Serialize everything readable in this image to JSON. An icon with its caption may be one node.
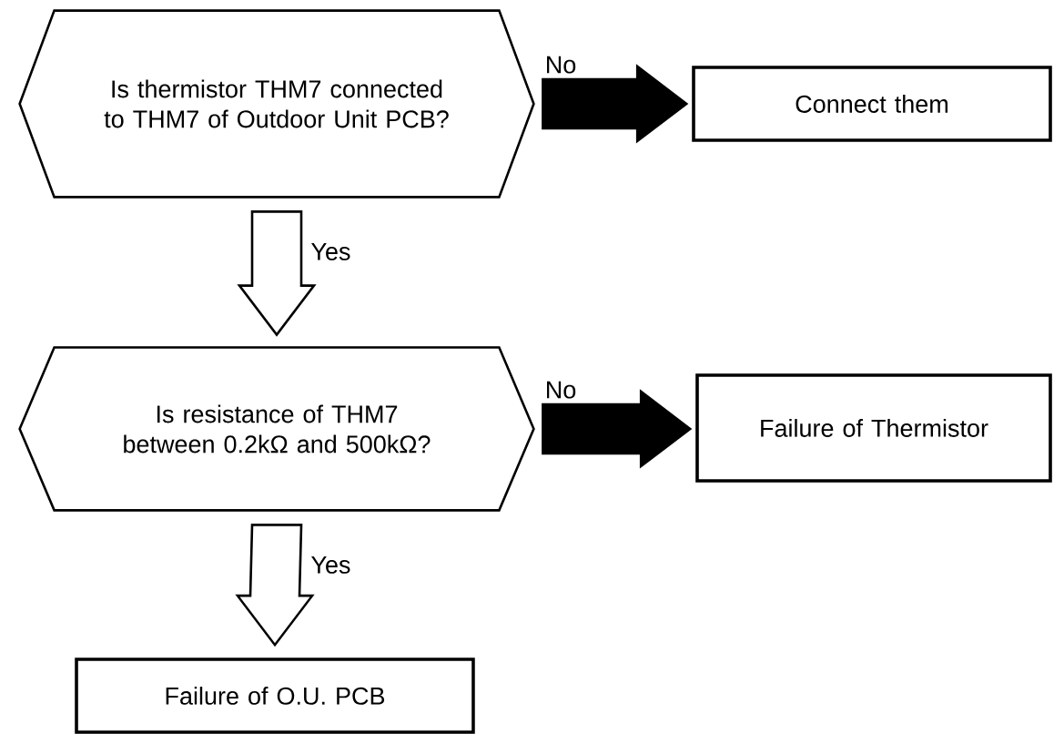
{
  "diagram": {
    "nodes": [
      {
        "text": [
          "Is thermistor THM7 connected to THM7 of Outdoor Unit PCB?"
        ]
      },
      {
        "text": [
          "Connect them"
        ]
      },
      {
        "text": [
          "Is resistance of THM7 between 0.2kΩ and 500kΩ?"
        ]
      },
      {
        "text": [
          "Failure of Thermistor"
        ]
      },
      {
        "text": [
          "Failure of O.U. PCB"
        ]
      }
    ],
    "edges": [
      {
        "from": 0,
        "to": 1,
        "arrow": "to",
        "label": "No"
      },
      {
        "from": 0,
        "to": 2,
        "arrow": "to",
        "label": "Yes"
      },
      {
        "from": 2,
        "to": 3,
        "arrow": "to",
        "label": "No"
      },
      {
        "from": 2,
        "to": 4,
        "arrow": "to",
        "label": "Yes"
      }
    ]
  }
}
